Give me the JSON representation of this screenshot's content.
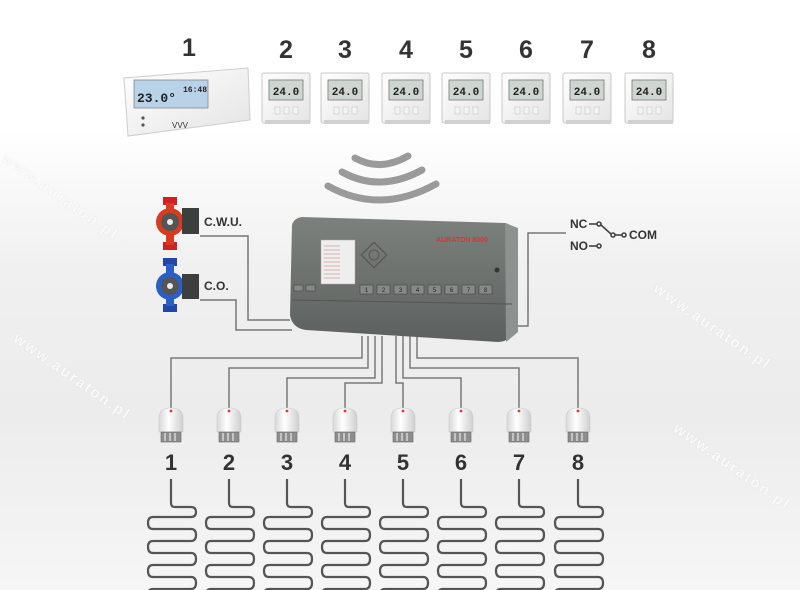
{
  "watermark": "www.auraton.pl",
  "main_thermostat": {
    "number": "1",
    "temperature": "23.0°",
    "time": "16:48",
    "brand_logo": "VVV"
  },
  "room_thermostats": [
    {
      "number": "2",
      "display": "24.0"
    },
    {
      "number": "3",
      "display": "24.0"
    },
    {
      "number": "4",
      "display": "24.0"
    },
    {
      "number": "5",
      "display": "24.0"
    },
    {
      "number": "6",
      "display": "24.0"
    },
    {
      "number": "7",
      "display": "24.0"
    },
    {
      "number": "8",
      "display": "24.0"
    }
  ],
  "pumps": [
    {
      "label": "C.W.U.",
      "color": "#d83a22"
    },
    {
      "label": "C.O.",
      "color": "#2a5fc8"
    }
  ],
  "controller": {
    "brand": "AURATON 8000",
    "zone_buttons": [
      "1",
      "2",
      "3",
      "4",
      "5",
      "6",
      "7",
      "8"
    ],
    "color": "#6e7370"
  },
  "relay": {
    "nc_label": "NC",
    "no_label": "NO",
    "com_label": "COM"
  },
  "actuators": [
    {
      "number": "1"
    },
    {
      "number": "2"
    },
    {
      "number": "3"
    },
    {
      "number": "4"
    },
    {
      "number": "5"
    },
    {
      "number": "6"
    },
    {
      "number": "7"
    },
    {
      "number": "8"
    }
  ],
  "icons": {
    "wireless": "wireless-signal-icon",
    "heating_loop": "floor-heating-coil-icon"
  }
}
